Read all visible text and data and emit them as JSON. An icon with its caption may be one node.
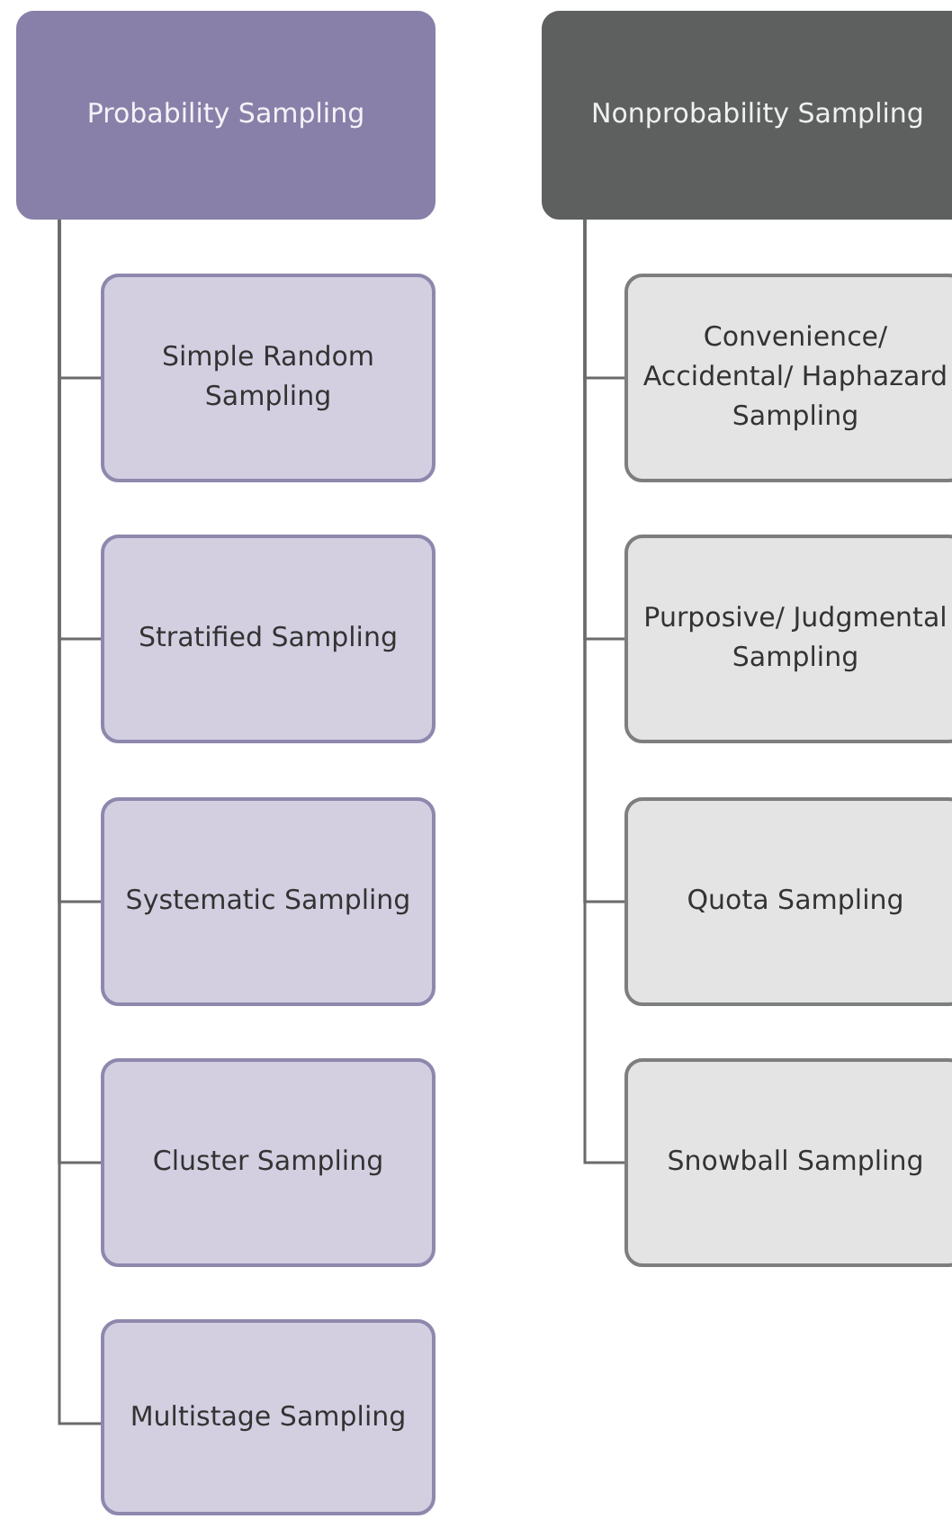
{
  "diagram": {
    "nodes": [
      {
        "text": [
          "Probability Sampling"
        ]
      },
      {
        "text": [
          "Simple Random Sampling"
        ]
      },
      {
        "text": [
          "Stratified Sampling"
        ]
      },
      {
        "text": [
          "Systematic Sampling"
        ]
      },
      {
        "text": [
          "Cluster Sampling"
        ]
      },
      {
        "text": [
          "Multistage Sampling"
        ]
      },
      {
        "text": [
          "Nonprobability Sampling"
        ]
      },
      {
        "text": [
          "Convenience/ Accidental/ Haphazard Sampling"
        ]
      },
      {
        "text": [
          "Purposive/ Judgmental Sampling"
        ]
      },
      {
        "text": [
          "Quota Sampling"
        ]
      },
      {
        "text": [
          "Snowball Sampling"
        ]
      }
    ],
    "edges": [
      {
        "from": 0,
        "to": 1,
        "arrow": "none"
      },
      {
        "from": 0,
        "to": 2,
        "arrow": "none"
      },
      {
        "from": 0,
        "to": 3,
        "arrow": "none"
      },
      {
        "from": 0,
        "to": 4,
        "arrow": "none"
      },
      {
        "from": 0,
        "to": 5,
        "arrow": "none"
      },
      {
        "from": 6,
        "to": 7,
        "arrow": "none"
      },
      {
        "from": 6,
        "to": 8,
        "arrow": "none"
      },
      {
        "from": 6,
        "to": 9,
        "arrow": "none"
      },
      {
        "from": 6,
        "to": 10,
        "arrow": "none"
      }
    ]
  }
}
